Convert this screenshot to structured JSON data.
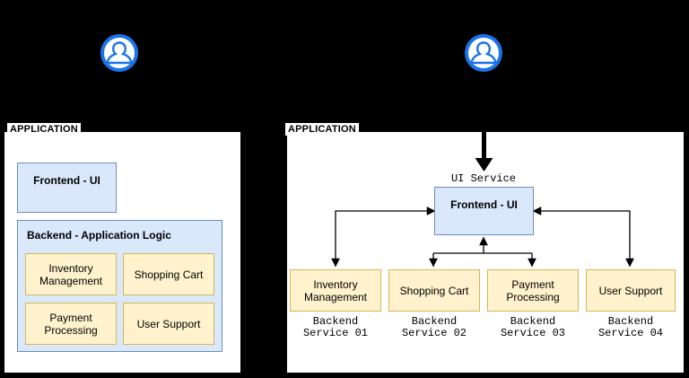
{
  "left_panel": {
    "application_label": "APPLICATION",
    "frontend_label": "Frontend - UI",
    "backend_title": "Backend - Application Logic",
    "modules": [
      "Inventory\nManagement",
      "Shopping Cart",
      "Payment\nProcessing",
      "User Support"
    ]
  },
  "right_panel": {
    "application_label": "APPLICATION",
    "ui_service_label": "UI Service",
    "frontend_label": "Frontend - UI",
    "services": [
      {
        "label": "Inventory\nManagement",
        "caption": "Backend\nService 01"
      },
      {
        "label": "Shopping Cart",
        "caption": "Backend\nService 02"
      },
      {
        "label": "Payment\nProcessing",
        "caption": "Backend\nService 03"
      },
      {
        "label": "User Support",
        "caption": "Backend\nService 04"
      }
    ]
  },
  "icons": {
    "left_user": "user-icon",
    "right_user": "user-icon"
  },
  "colors": {
    "background": "#000000",
    "panel_bg": "#ffffff",
    "panel_border": "#000000",
    "blue_fill": "#dae8fc",
    "blue_stroke": "#6c8ebf",
    "yellow_fill": "#fff2cc",
    "yellow_stroke": "#d6b656",
    "icon_blue": "#1a73e8",
    "line": "#000000"
  }
}
